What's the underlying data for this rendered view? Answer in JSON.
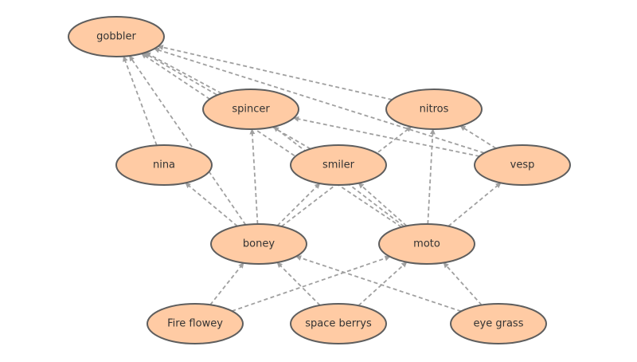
{
  "diagram": {
    "colors": {
      "node_fill": "#ffcba4",
      "node_stroke": "#5e5e5e",
      "edge": "#a0a0a0",
      "text": "#333333",
      "background": "#ffffff"
    },
    "nodes": [
      {
        "id": "gobbler",
        "label": "gobbler"
      },
      {
        "id": "spincer",
        "label": "spincer"
      },
      {
        "id": "nitros",
        "label": "nitros"
      },
      {
        "id": "nina",
        "label": "nina"
      },
      {
        "id": "smiler",
        "label": "smiler"
      },
      {
        "id": "vesp",
        "label": "vesp"
      },
      {
        "id": "boney",
        "label": "boney"
      },
      {
        "id": "moto",
        "label": "moto"
      },
      {
        "id": "fire-flowey",
        "label": "Fire flowey"
      },
      {
        "id": "space-berrys",
        "label": "space berrys"
      },
      {
        "id": "eye-grass",
        "label": "eye grass"
      }
    ],
    "edges": [
      {
        "from": "nina",
        "to": "gobbler"
      },
      {
        "from": "boney",
        "to": "gobbler"
      },
      {
        "from": "smiler",
        "to": "gobbler"
      },
      {
        "from": "moto",
        "to": "gobbler"
      },
      {
        "from": "spincer",
        "to": "gobbler"
      },
      {
        "from": "nitros",
        "to": "gobbler"
      },
      {
        "from": "vesp",
        "to": "gobbler"
      },
      {
        "from": "boney",
        "to": "spincer"
      },
      {
        "from": "boney",
        "to": "nina"
      },
      {
        "from": "boney",
        "to": "smiler"
      },
      {
        "from": "boney",
        "to": "nitros"
      },
      {
        "from": "moto",
        "to": "spincer"
      },
      {
        "from": "moto",
        "to": "smiler"
      },
      {
        "from": "moto",
        "to": "nitros"
      },
      {
        "from": "moto",
        "to": "vesp"
      },
      {
        "from": "vesp",
        "to": "spincer"
      },
      {
        "from": "vesp",
        "to": "nitros"
      },
      {
        "from": "fire-flowey",
        "to": "boney"
      },
      {
        "from": "fire-flowey",
        "to": "moto"
      },
      {
        "from": "space-berrys",
        "to": "boney"
      },
      {
        "from": "space-berrys",
        "to": "moto"
      },
      {
        "from": "eye-grass",
        "to": "boney"
      },
      {
        "from": "eye-grass",
        "to": "moto"
      }
    ]
  }
}
